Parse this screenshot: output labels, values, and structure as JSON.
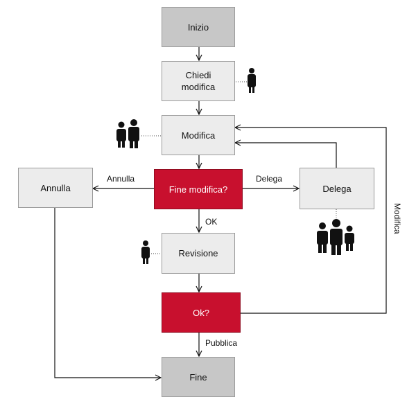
{
  "diagram": {
    "nodes": {
      "inizio": "Inizio",
      "chiedi_line1": "Chiedi",
      "chiedi_line2": "modifica",
      "modifica": "Modifica",
      "fine_modifica": "Fine modifica?",
      "annulla": "Annulla",
      "delega": "Delega",
      "revisione": "Revisione",
      "ok": "Ok?",
      "fine": "Fine"
    },
    "edge_labels": {
      "annulla": "Annulla",
      "delega": "Delega",
      "ok": "OK",
      "pubblica": "Pubblica",
      "modifica": "Modifica"
    }
  },
  "colors": {
    "terminal": "#c7c7c7",
    "process": "#ececec",
    "decision": "#c8102e",
    "edge": "#111111"
  }
}
